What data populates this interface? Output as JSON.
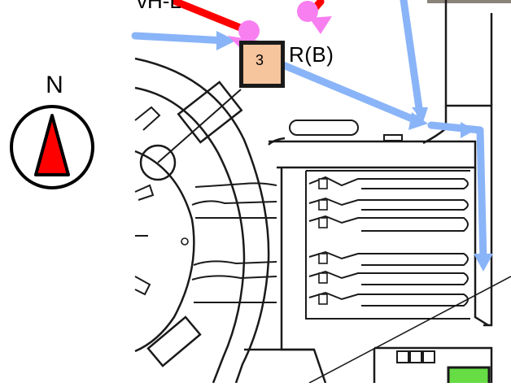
{
  "compass": {
    "letter": "N",
    "icon": "north-arrow-icon"
  },
  "map": {
    "top_label_fragment": "vH-L",
    "area_label": "R(B)",
    "marker": {
      "number": "3",
      "fill": "#f6c49d",
      "border": "#000000"
    },
    "route_color": "#8ab4f8",
    "red_line_color": "#ff0000",
    "magenta_marker_color": "#f77ff0",
    "green_marker_color": "#66dd44"
  }
}
